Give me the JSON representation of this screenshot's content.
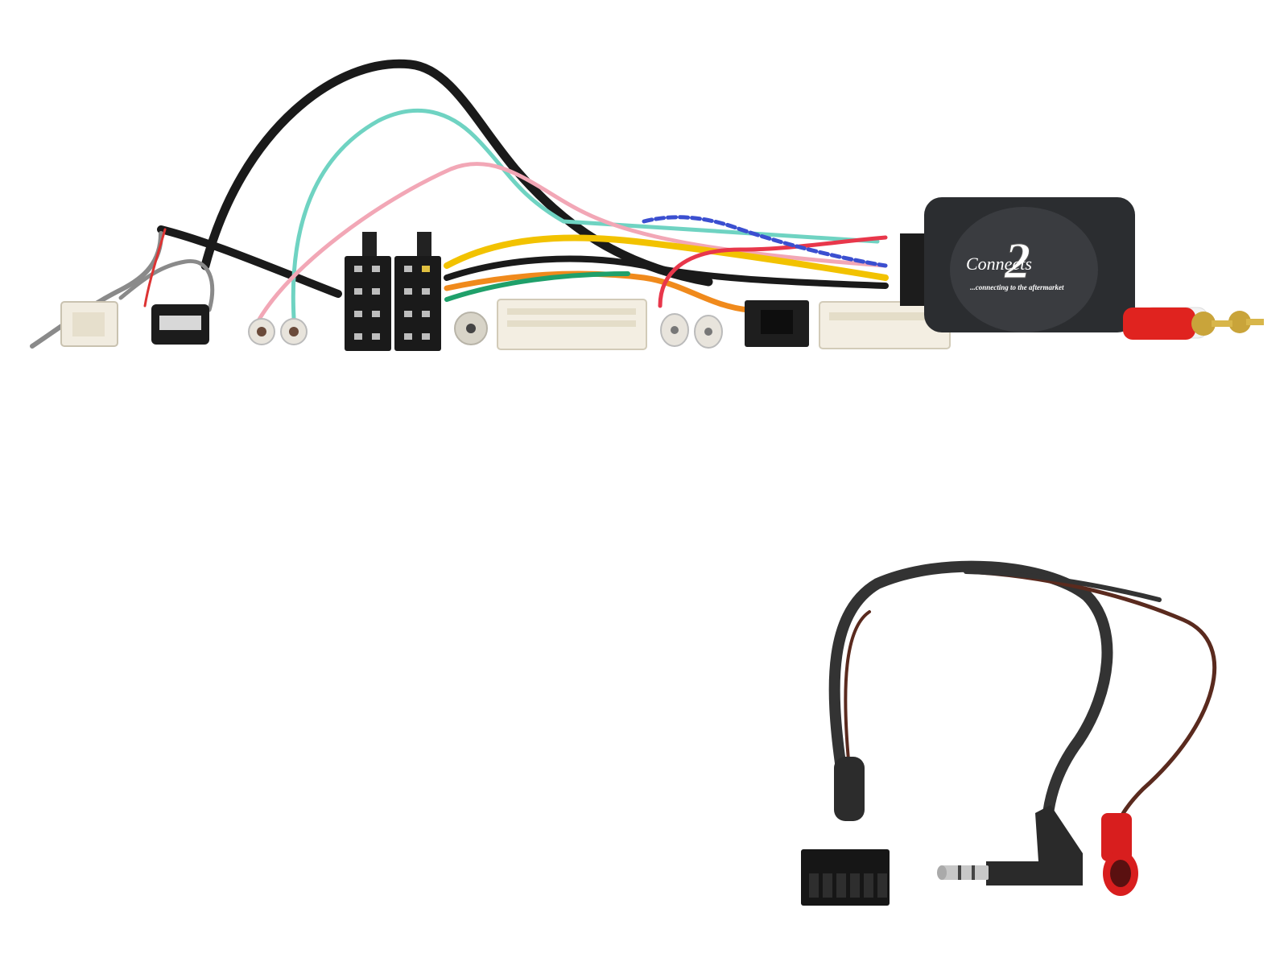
{
  "image": {
    "description": "Steering wheel control interface wiring harness kit on white background",
    "background": "#ffffff"
  },
  "interface_box": {
    "brand": "Connects",
    "brand_number": "2",
    "tagline": "...connecting to the aftermarket",
    "color": "#2b2d30"
  },
  "main_harness": {
    "connectors": [
      {
        "name": "white-6pin-connector",
        "color": "#f1ece0"
      },
      {
        "name": "usb-a-plug",
        "color": "#1c1c1c"
      },
      {
        "name": "spade-terminal-pink",
        "color": "#e8e4dc"
      },
      {
        "name": "spade-terminal-teal",
        "color": "#e8e4dc"
      },
      {
        "name": "iso-connector-power",
        "color": "#1a1a1a"
      },
      {
        "name": "iso-connector-speaker",
        "color": "#1a1a1a"
      },
      {
        "name": "single-spade-terminal",
        "color": "#d8d4c8"
      },
      {
        "name": "white-multipin-connector-large",
        "color": "#f3eee2"
      },
      {
        "name": "spade-terminal-pair",
        "color": "#e8e4dc"
      },
      {
        "name": "black-small-connector",
        "color": "#1e1e1e"
      },
      {
        "name": "white-multipin-connector-small",
        "color": "#f3eee2"
      },
      {
        "name": "rca-plug-red",
        "color": "#e0231f"
      },
      {
        "name": "rca-plug-white",
        "color": "#f2f2f2"
      }
    ],
    "wire_colors": [
      "#1a1a1a",
      "#6fd3c2",
      "#f2a7b6",
      "#f2c200",
      "#f08a1c",
      "#1fa06a",
      "#e8374b",
      "#3b4fd0",
      "#9b9b9b"
    ]
  },
  "patch_lead": {
    "connectors": [
      {
        "name": "black-12pin-connector",
        "color": "#161616"
      },
      {
        "name": "3.5mm-jack-right-angle",
        "color": "#2a2a2a"
      },
      {
        "name": "red-bullet-connector",
        "color": "#d81e1e"
      }
    ],
    "wire_colors": [
      "#333333",
      "#5a2a1e"
    ]
  }
}
